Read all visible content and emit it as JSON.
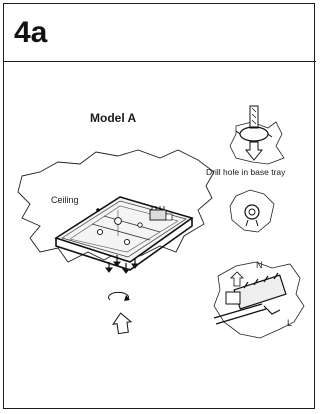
{
  "step": {
    "title": "4a"
  },
  "diagram": {
    "model_label": "Model A",
    "ceiling_label": "Ceiling",
    "drill_caption": "Drill hole in base tray",
    "terminal_labels": {
      "neutral": "N",
      "live": "L"
    }
  }
}
